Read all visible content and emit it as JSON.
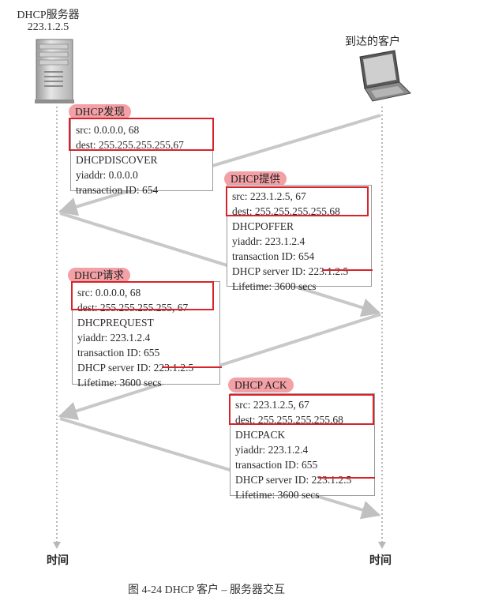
{
  "server": {
    "name": "DHCP服务器",
    "ip": "223.1.2.5"
  },
  "client": {
    "name": "到达的客户"
  },
  "timeline": {
    "left_label": "时间",
    "right_label": "时间"
  },
  "messages": [
    {
      "tag": "DHCP发现",
      "direction": "client-to-server",
      "lines": [
        "src: 0.0.0.0, 68",
        "dest: 255.255.255.255,67",
        "DHCPDISCOVER",
        "yiaddr: 0.0.0.0",
        "transaction ID: 654"
      ]
    },
    {
      "tag": "DHCP提供",
      "direction": "server-to-client",
      "lines": [
        "src: 223.1.2.5, 67",
        "dest: 255.255.255.255,68",
        "DHCPOFFER",
        "yiaddr: 223.1.2.4",
        "transaction ID: 654",
        "DHCP server ID: 223.1.2.5",
        "Lifetime: 3600 secs"
      ]
    },
    {
      "tag": "DHCP请求",
      "direction": "client-to-server",
      "lines": [
        "src: 0.0.0.0, 68",
        "dest: 255.255.255.255, 67",
        "DHCPREQUEST",
        "yiaddr: 223.1.2.4",
        "transaction ID: 655",
        "DHCP server ID: 223.1.2.5",
        "Lifetime: 3600 secs"
      ]
    },
    {
      "tag": "DHCP ACK",
      "direction": "server-to-client",
      "lines": [
        "src: 223.1.2.5, 67",
        "dest: 255.255.255.255,68",
        "DHCPACK",
        "yiaddr: 223.1.2.4",
        "transaction ID: 655",
        "DHCP server ID: 223.1.2.5",
        "Lifetime: 3600 secs"
      ]
    }
  ],
  "caption": "图 4-24   DHCP 客户 – 服务器交互",
  "colors": {
    "annotation_red": "#d8232a",
    "tag_pink": "#f3a0a6",
    "highlight_yellow": "#f5e14a",
    "arrow_gray": "#c8c8c8"
  },
  "icons": {
    "server": "server-tower-icon",
    "client": "laptop-icon"
  }
}
